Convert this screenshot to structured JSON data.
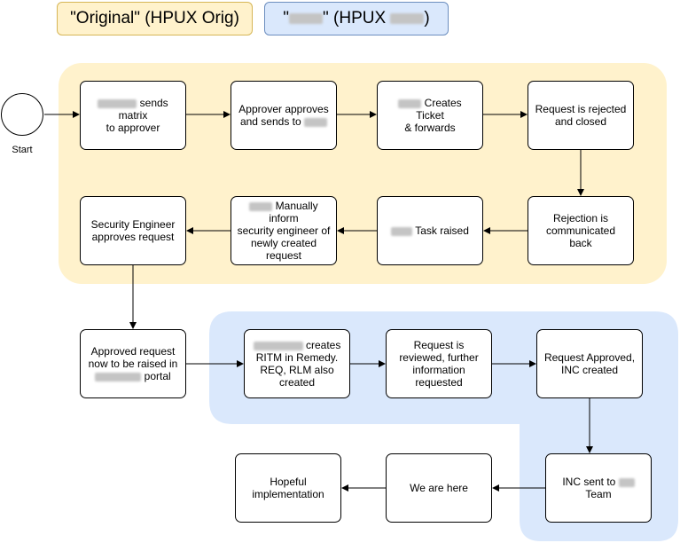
{
  "legend": {
    "original": "\"Original\" (HPUX Orig)",
    "new_prefix": "\"",
    "new_mid": "\" (HPUX ",
    "new_suffix": ")"
  },
  "start": {
    "label": "Start"
  },
  "nodes": {
    "sends_matrix": {
      "text": "sends matrix",
      "text2": "to approver"
    },
    "approver_approves": {
      "text": "Approver approves",
      "text2": "and sends to"
    },
    "creates_ticket": {
      "text": "Creates Ticket",
      "text2": "& forwards"
    },
    "rejected_closed": {
      "text": "Request is rejected and closed"
    },
    "rejection_communicated": {
      "text": "Rejection is communicated back"
    },
    "task_raised": {
      "text": "Task raised"
    },
    "manually_inform": {
      "text": "Manually inform",
      "text2": "security engineer of newly created request"
    },
    "security_engineer": {
      "text": "Security Engineer approves request"
    },
    "approved_raised": {
      "text": "Approved request now to be raised in",
      "text2": "portal"
    },
    "creates_ritm": {
      "text": "creates",
      "text2": "RITM in Remedy. REQ, RLM also created"
    },
    "reviewed": {
      "text": "Request is reviewed, further information requested"
    },
    "inc_created": {
      "text": "Request Approved, INC created"
    },
    "inc_sent": {
      "text": "INC sent to",
      "text2": "Team"
    },
    "we_are_here": {
      "text": "We are here"
    },
    "hopeful": {
      "text": "Hopeful implementation"
    }
  },
  "colors": {
    "original_fill": "#fff2cc",
    "new_fill": "#dae8fc"
  }
}
